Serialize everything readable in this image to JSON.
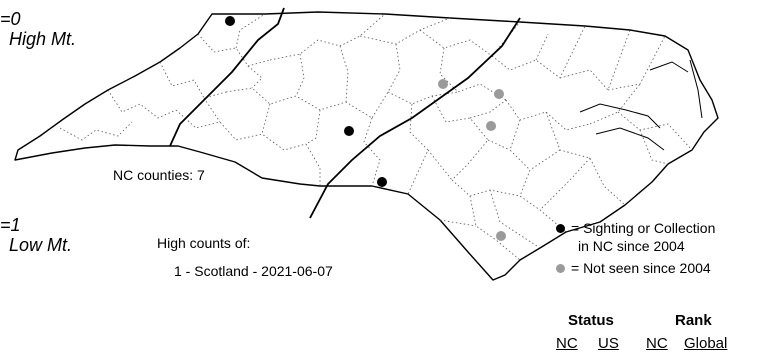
{
  "zones": {
    "high_mt": {
      "prefix": "=0",
      "name": "High Mt."
    },
    "low_mt": {
      "prefix": "=1",
      "name": "Low Mt."
    }
  },
  "county_count": "NC counties: 7",
  "high_counts": {
    "heading": "High counts of:",
    "entry": "1 - Scotland - 2021-06-07"
  },
  "legend": {
    "recent_line1": "= Sighting or Collection",
    "recent_line2": "in NC since 2004",
    "old": "= Not seen since 2004"
  },
  "status_rank": {
    "status_header": "Status",
    "rank_header": "Rank",
    "columns": [
      "NC",
      "US",
      "NC",
      "Global"
    ]
  },
  "colors": {
    "recent_dot": "#000000",
    "old_dot": "#9a9a9a",
    "outline": "#000000",
    "county_lines": "#555555"
  }
}
